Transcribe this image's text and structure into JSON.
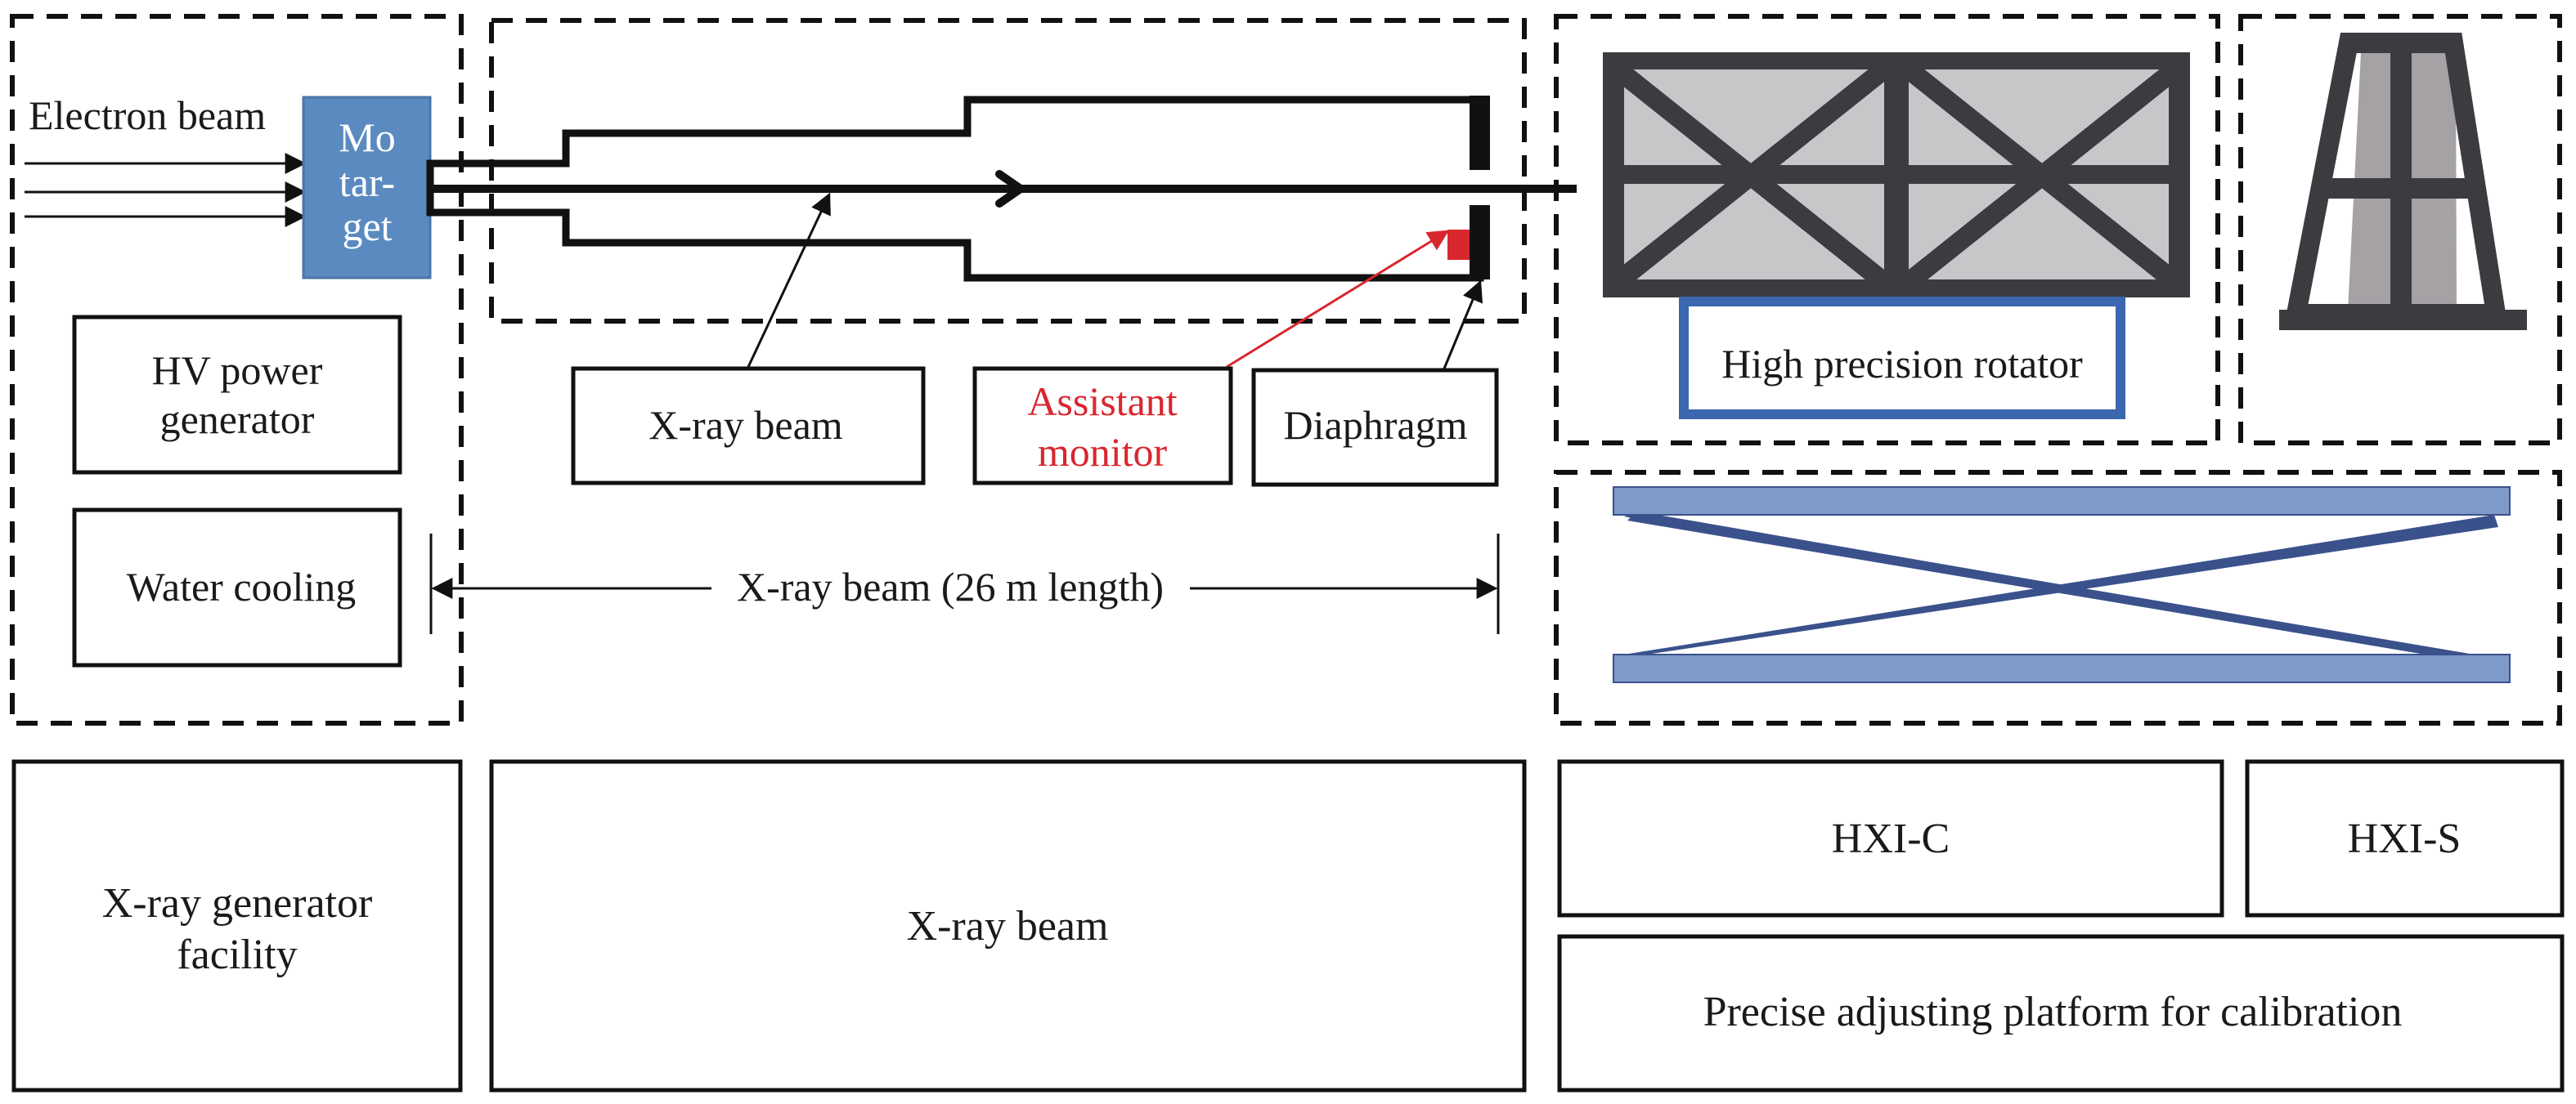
{
  "diagram": {
    "sections": {
      "generator": {
        "electron_beam_label": "Electron beam",
        "target_label_lines": [
          "Mo",
          "tar-",
          "get"
        ],
        "hv_power_lines": [
          "HV power",
          "generator"
        ],
        "water_cooling": "Water cooling"
      },
      "beamline": {
        "callouts": {
          "xray_beam": "X-ray beam",
          "assistant_monitor_lines": [
            "Assistant",
            "monitor"
          ],
          "diaphragm": "Diaphragm"
        },
        "length_label": "X-ray beam (26 m length)"
      },
      "detector": {
        "rotator_label": "High precision rotator"
      }
    },
    "bottom_labels": {
      "xray_generator_lines": [
        "X-ray generator",
        "facility"
      ],
      "xray_beam": "X-ray beam",
      "hxi_c": "HXI-C",
      "hxi_s": "HXI-S",
      "platform": "Precise adjusting platform for calibration"
    },
    "colors": {
      "target_blue": "#5a8ac0",
      "monitor_red": "#d9272e",
      "rotator_border_blue": "#3a67ae",
      "frame_dark": "#3c3b40",
      "platform_light_blue": "#7f9ac9",
      "scissor_dark_blue": "#3a518c"
    }
  }
}
